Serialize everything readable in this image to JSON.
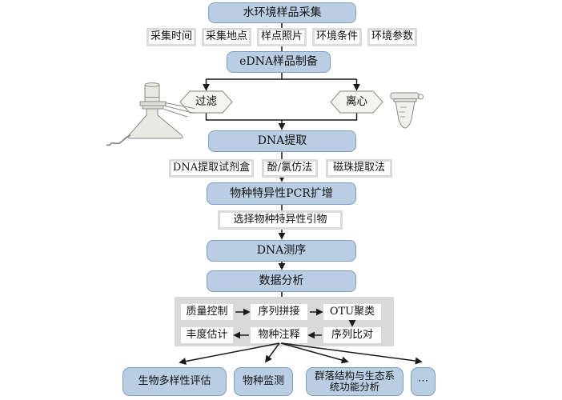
{
  "diagram": {
    "collect": "水环境样品采集",
    "metadata": [
      "采集时间",
      "采集地点",
      "样点照片",
      "环境条件",
      "环境参数"
    ],
    "edna_prep": "eDNA样品制备",
    "filter": "过滤",
    "centrifuge": "离心",
    "extraction": "DNA提取",
    "extraction_methods": [
      "DNA提取试剂盒",
      "酚/氯仿法",
      "磁珠提取法"
    ],
    "pcr": "物种特异性PCR扩增",
    "primer": "选择物种特异性引物",
    "sequencing": "DNA测序",
    "analysis": "数据分析",
    "pipeline_top": [
      "质量控制",
      "序列拼接",
      "OTU聚类"
    ],
    "pipeline_bottom": [
      "丰度估计",
      "物种注释",
      "序列比对"
    ],
    "applications": [
      "生物多样性评估",
      "物种监测",
      "群落结构与生态系统功能分析",
      "⋯"
    ]
  },
  "icons": {
    "filter_device": "filtration-flask-icon",
    "centrifuge_device": "centrifuge-tube-icon"
  },
  "colors": {
    "node_fill": "#b9cde3",
    "node_border": "#7f9dbf",
    "panel_fill": "#d9d9d9",
    "tag_border": "#dbdbd9",
    "hex_fill": "#f4f4f1",
    "line": "#1a1a1a"
  }
}
